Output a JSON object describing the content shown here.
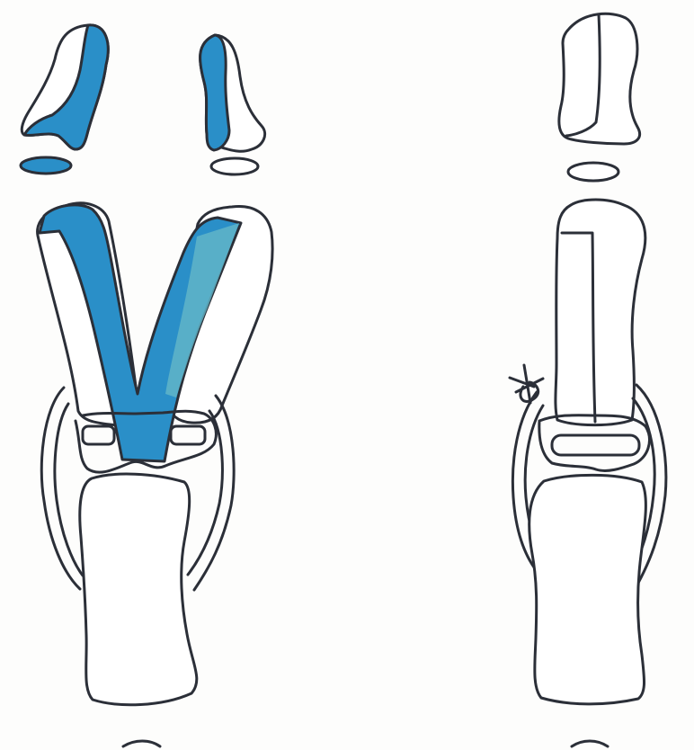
{
  "colors": {
    "ink": "#2b2f38",
    "blue": "#2a8fc8",
    "blue_soft": "#64b6c8",
    "paper": "#fdfdfc"
  },
  "panels": [
    {
      "name": "left-panel",
      "state": "split"
    },
    {
      "name": "right-panel",
      "state": "sutured"
    }
  ]
}
